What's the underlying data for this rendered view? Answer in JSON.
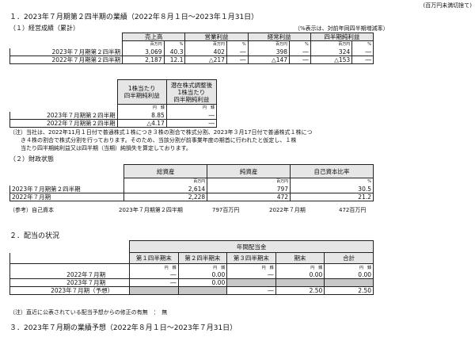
{
  "note_top": "(百万円未満切捨て)",
  "s1": {
    "title": "１．2023年７月期第２四半期の業績（2022年８月１日～2023年１月31日）",
    "sub1": "（１）経営成績（累計）",
    "pct_note": "（%表示は、対前年同四半期増減率）",
    "headers": [
      "売上高",
      "営業利益",
      "経常利益",
      "四半期純利益"
    ],
    "units": [
      "百万円",
      "%",
      "百万円",
      "%",
      "百万円",
      "%",
      "百万円",
      "%"
    ],
    "rows": [
      {
        "label": "2023年７月期第２四半期",
        "vals": [
          "3,069",
          "40.3",
          "402",
          "―",
          "398",
          "―",
          "324",
          "―"
        ]
      },
      {
        "label": "2022年７月期第２四半期",
        "vals": [
          "2,187",
          "12.1",
          "△217",
          "―",
          "△147",
          "―",
          "△153",
          "―"
        ]
      }
    ],
    "eps_h1": [
      "1株当たり",
      "四半期純利益"
    ],
    "eps_h2": [
      "潜在株式調整後",
      "1株当たり",
      "四半期純利益"
    ],
    "eps_units": [
      "円　銭",
      "円　銭"
    ],
    "eps_rows": [
      {
        "label": "2023年７月期第２四半期",
        "vals": [
          "8.85",
          "―"
        ]
      },
      {
        "label": "2022年７月期第２四半期",
        "vals": [
          "△4.17",
          "―"
        ]
      }
    ],
    "footnote": [
      "（注）当社は、2022年11月１日付で普通株式１株につき３株の割合で株式分割、2023年３月17日付で普通株式１株につ",
      "　　き４株の割合で株式分割を行っております。そのため、当該分割が前事業年度の期首に行われたと仮定し、１株",
      "　　当たり四半期純利益又は四半期（当期）純損失を算定しております。"
    ],
    "sub2": "（２）財政状態",
    "fin_headers": [
      "総資産",
      "純資産",
      "自己資本比率"
    ],
    "fin_units": [
      "百万円",
      "百万円",
      "%"
    ],
    "fin_rows": [
      {
        "label": "2023年７月期第２四半期",
        "vals": [
          "2,614",
          "797",
          "30.5"
        ]
      },
      {
        "label": "2022年７月期",
        "vals": [
          "2,228",
          "472",
          "21.2"
        ]
      }
    ],
    "ref": {
      "label": "（参考）自己資本",
      "p1": "2023年７月期第２四半期",
      "v1": "797百万円",
      "p2": "2022年７月期",
      "v2": "472百万円"
    }
  },
  "s2": {
    "title": "２．配当の状況",
    "group": "年間配当金",
    "headers": [
      "第１四半期末",
      "第２四半期末",
      "第３四半期末",
      "期末",
      "合計"
    ],
    "units": [
      "円　銭",
      "円　銭",
      "円　銭",
      "円　銭",
      "円　銭"
    ],
    "rows": [
      {
        "label": "2022年７月期",
        "vals": [
          "―",
          "0.00",
          "―",
          "0.00",
          "0.00"
        ]
      },
      {
        "label": "2023年７月期",
        "vals": [
          "―",
          "0.00",
          "",
          "",
          ""
        ]
      },
      {
        "label": "2023年７月期（予想）",
        "vals": [
          "",
          "",
          "―",
          "2.50",
          "2.50"
        ]
      }
    ],
    "note": "（注）直近に公表されている配当予想からの修正の有無　：　無"
  },
  "s3": {
    "title": "３．2023年７月期の業績予想（2022年８月１日～2023年７月31日）"
  }
}
